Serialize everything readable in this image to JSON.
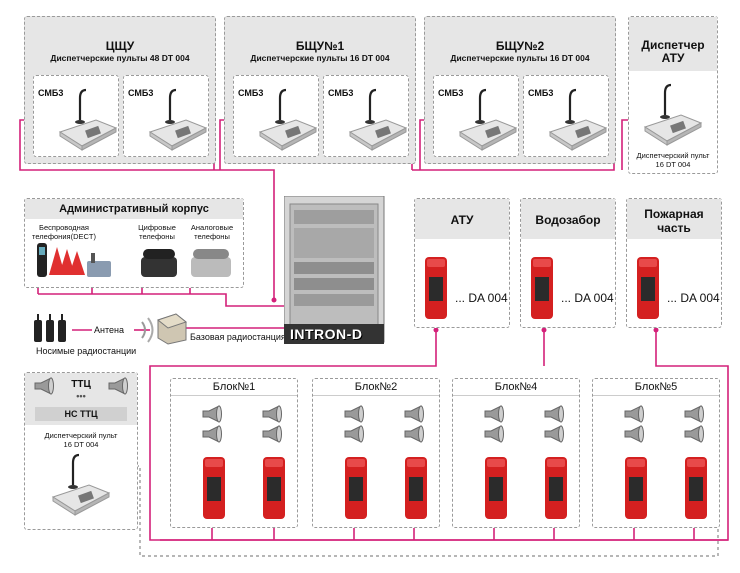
{
  "diagram": {
    "groups": [
      {
        "id": "cshu",
        "title": "ЦЩУ",
        "subtitle": "Диспетчерские пульты 48 DT 004",
        "units": [
          "СМБ3",
          "СМБ3"
        ]
      },
      {
        "id": "bshu1",
        "title": "БЩУ№1",
        "subtitle": "Диспетчерские пульты 16 DT 004",
        "units": [
          "СМБ3",
          "СМБ3"
        ]
      },
      {
        "id": "bshu2",
        "title": "БЩУ№2",
        "subtitle": "Диспетчерские пульты 16 DT 004",
        "units": [
          "СМБ3",
          "СМБ3"
        ]
      }
    ],
    "dispatcher_atu": {
      "title": "Диспетчер АТУ",
      "console_label": "Диспетчерский пульт 16 DT 004"
    },
    "admin": {
      "title": "Административный корпус",
      "phones": [
        "Беспроводная телефония(DECT)",
        "Цифровые телефоны",
        "Аналоговые телефоны"
      ]
    },
    "radio": {
      "portable": "Носимые радиостанции",
      "antenna": "Антена",
      "base": "Базовая радиостанция"
    },
    "core": {
      "brand": "INTRON-D"
    },
    "stations": [
      {
        "title": "АТУ",
        "label": "... DA 004"
      },
      {
        "title": "Водозабор",
        "label": "... DA 004"
      },
      {
        "title": "Пожарная часть",
        "label": "... DA 004"
      }
    ],
    "ttc": {
      "top": "ТТЦ",
      "dots": "•••",
      "sub": "НС ТТЦ",
      "console_label": "Диспетчерский пульт 16 DT 004"
    },
    "blocks": [
      "Блок№1",
      "Блок№2",
      "Блок№4",
      "Блок№5"
    ],
    "colors": {
      "wire": "#d4217a",
      "frame": "#e6e6e6",
      "alarm": "#d42020",
      "dash": "#9a9a9a"
    }
  }
}
